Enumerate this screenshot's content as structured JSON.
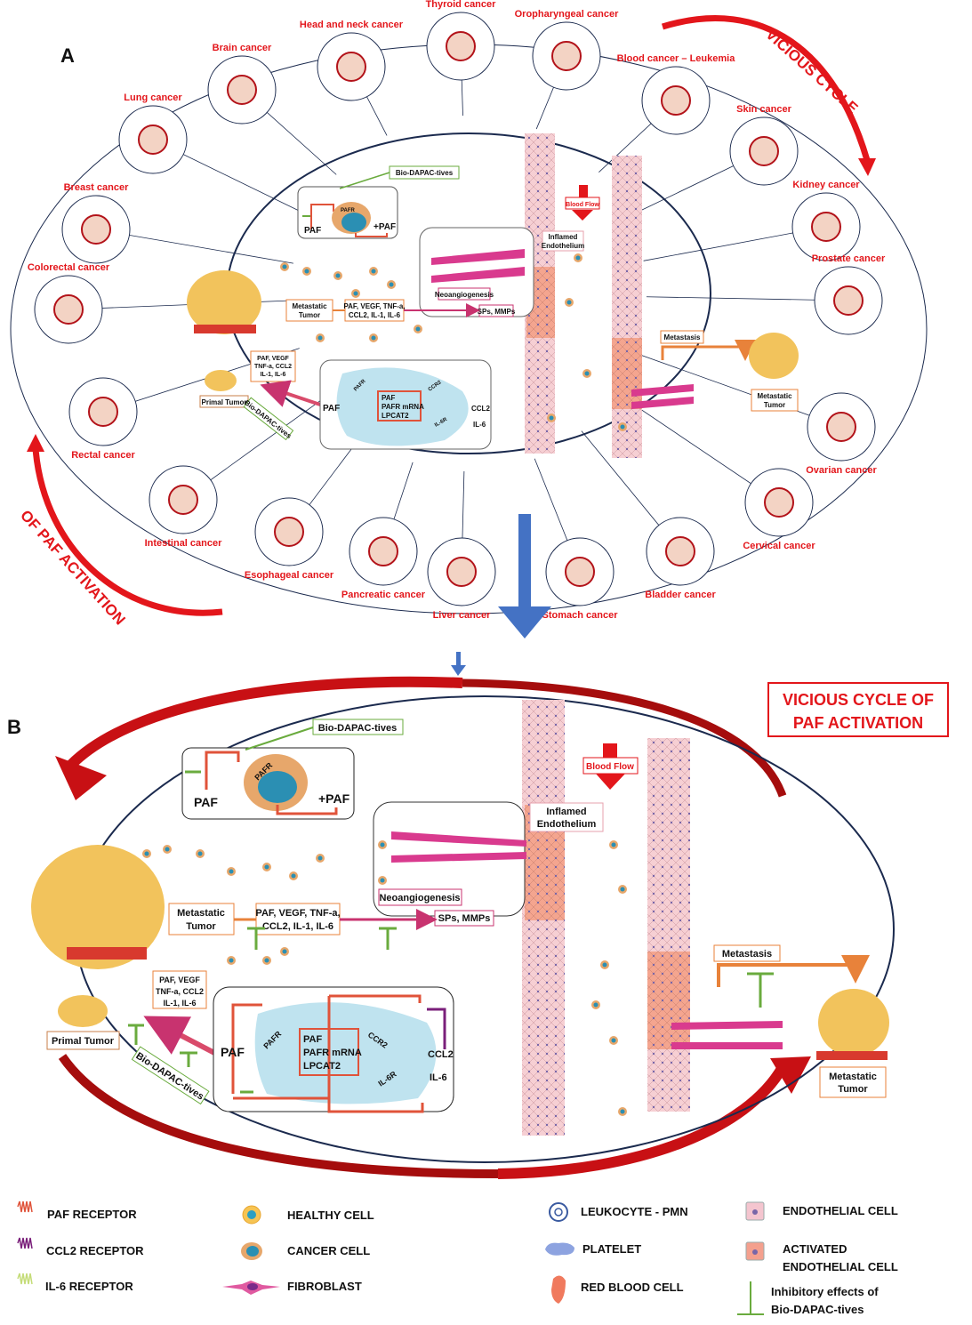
{
  "panel_a": {
    "label": "A",
    "arc_text_top": "VICIOUS CYCLE",
    "arc_text_bottom": "OF PAF ACTIVATION",
    "cancers": [
      "Head and neck cancer",
      "Thyroid cancer",
      "Oropharyngeal cancer",
      "Blood cancer – Leukemia",
      "Skin cancer",
      "Kidney cancer",
      "Prostate cancer",
      "Ovarian cancer",
      "Cervical cancer",
      "Bladder cancer",
      "Stomach cancer",
      "Liver cancer",
      "Pancreatic cancer",
      "Esophageal cancer",
      "Intestinal cancer",
      "Rectal cancer",
      "Colorectal cancer",
      "Breast cancer",
      "Lung cancer",
      "Brain cancer"
    ],
    "bio_dapac": "Bio-DAPAC-tives",
    "paf": "PAF",
    "plus_paf": "+PAF",
    "pafr": "PAFR",
    "blood_flow": "Blood Flow",
    "inflamed_endothelium": [
      "Inflamed",
      "Endothelium"
    ],
    "neoangiogenesis": "Neoangiogenesis",
    "sps_mmps": "SPs, MMPs",
    "metastatic_tumor": [
      "Metastatic",
      "Tumor"
    ],
    "mediators": [
      "PAF, VEGF, TNF-a,",
      "CCL2, IL-1, IL-6"
    ],
    "mediators_small": [
      "PAF, VEGF",
      "TNF-a, CCL2",
      "IL-1, IL-6"
    ],
    "primal_tumor": "Primal Tumor",
    "inner_box": [
      "PAF",
      "PAFR mRNA",
      "LPCAT2"
    ],
    "ccr2": "CCR2",
    "il6r": "IL-6R",
    "ccl2": "CCL2",
    "il6": "IL-6",
    "metastasis": "Metastasis"
  },
  "panel_b": {
    "label": "B",
    "title": [
      "VICIOUS CYCLE OF",
      "PAF ACTIVATION"
    ],
    "bio_dapac": "Bio-DAPAC-tives",
    "paf": "PAF",
    "plus_paf": "+PAF",
    "pafr": "PAFR",
    "blood_flow": "Blood Flow",
    "inflamed_endothelium": [
      "Inflamed",
      "Endothelium"
    ],
    "neoangiogenesis": "Neoangiogenesis",
    "sps_mmps": "SPs, MMPs",
    "metastatic_tumor": [
      "Metastatic",
      "Tumor"
    ],
    "mediators": [
      "PAF, VEGF, TNF-a,",
      "CCL2, IL-1, IL-6"
    ],
    "mediators_small": [
      "PAF, VEGF",
      "TNF-a, CCL2",
      "IL-1, IL-6"
    ],
    "primal_tumor": "Primal Tumor",
    "inner_box": [
      "PAF",
      "PAFR mRNA",
      "LPCAT2"
    ],
    "ccr2": "CCR2",
    "il6r": "IL-6R",
    "ccl2": "CCL2",
    "il6": "IL-6",
    "metastasis": "Metastasis",
    "metastatic_tumor_right": [
      "Metastatic",
      "Tumor"
    ]
  },
  "legend": {
    "paf_receptor": "PAF RECEPTOR",
    "ccl2_receptor": "CCL2 RECEPTOR",
    "il6_receptor": "IL-6 RECEPTOR",
    "healthy_cell": "HEALTHY CELL",
    "cancer_cell": "CANCER CELL",
    "fibroblast": "FIBROBLAST",
    "leukocyte": "LEUKOCYTE - PMN",
    "platelet": "PLATELET",
    "red_blood_cell": "RED BLOOD CELL",
    "endothelial_cell": "ENDOTHELIAL CELL",
    "activated_endothelial": [
      "ACTIVATED",
      "ENDOTHELIAL CELL"
    ],
    "inhibitory": [
      "Inhibitory effects of",
      "Bio-DAPAC-tives"
    ]
  },
  "colors": {
    "red": "#e3161b",
    "dark_red": "#a50d0d",
    "green": "#6aab3e",
    "orange": "#e8823a",
    "blue_arrow": "#4472c4",
    "navy": "#1b2a4e",
    "pink": "#d63384",
    "vessel": "#f3c3c8"
  }
}
